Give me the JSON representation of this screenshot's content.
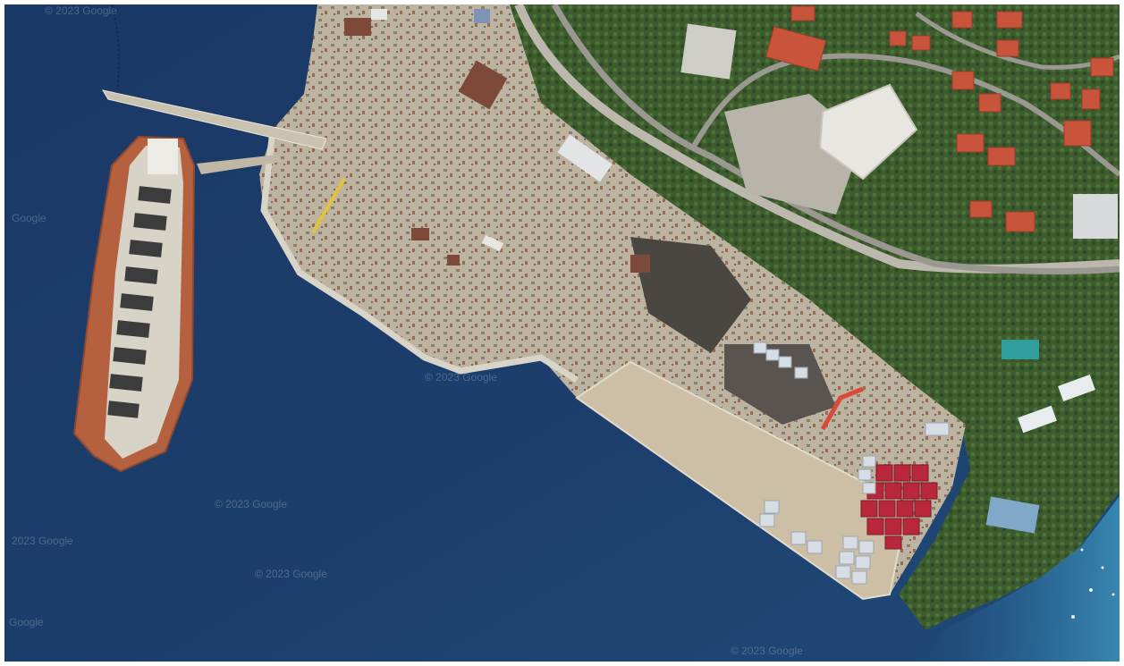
{
  "map": {
    "view": "satellite",
    "watermarks": [
      "© 2023 Google",
      "© 2023 Google",
      "2023 Google",
      "Google",
      "Google",
      "© 2023 Google",
      "© 2023 Google",
      "© 2023 Google"
    ]
  },
  "colors": {
    "sea_deep": "#1d3d6b",
    "sea_shallow": "#2b6f9a",
    "concrete": "#cfc6b2",
    "vegetation": "#3f5f2f",
    "roof_red": "#c8543c",
    "ship_hull": "#b5603e",
    "road": "#9a9891"
  }
}
